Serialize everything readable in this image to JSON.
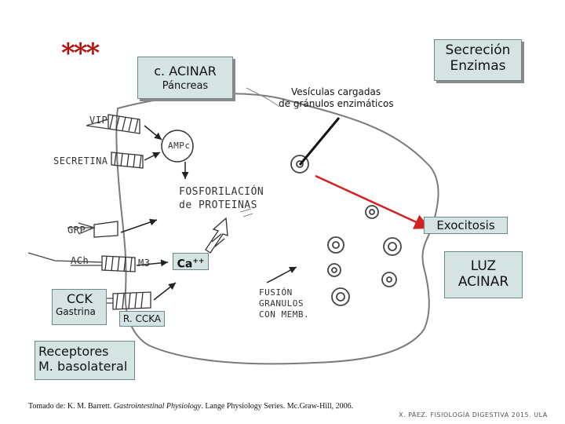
{
  "stars": "***",
  "acinar": {
    "title": "c. ACINAR",
    "subtitle": "Páncreas"
  },
  "secretion": {
    "line1": "Secreción",
    "line2": "Enzimas"
  },
  "vesicles": {
    "line1": "Vesículas cargadas",
    "line2": "de gránulos enzimáticos"
  },
  "exocytosis": "Exocitosis",
  "calcium": {
    "base": "Ca",
    "sup": "++"
  },
  "lumen": {
    "line1": "LUZ",
    "line2": "ACINAR"
  },
  "cck": {
    "title": "CCK",
    "gastrin": "Gastrina",
    "receptor": "R. CCKA"
  },
  "receptors": {
    "line1": "Receptores",
    "line2": "M. basolateral"
  },
  "handwritten": {
    "vip": "VIP",
    "secretin": "SECRETINA",
    "camp": "AMPc",
    "phospho_line1": "FOSFORILACIÓN",
    "phospho_line2": "de PROTEINAS",
    "grp": "GRP",
    "ach": "ACh",
    "m3": "M3",
    "fusion_line1": "FUSIÓN",
    "fusion_line2": "GRANULOS",
    "fusion_line3": "CON MEMB."
  },
  "citation": {
    "prefix": "Tomado de: K. M. Barrett. ",
    "book": "Gastrointestinal Physiology",
    "suffix": ". Lange Physiology Series. Mc.Graw-Hill, 2006."
  },
  "footer": "X. PÁEZ. FISIOLOGÍA DIGESTIVA 2015. ULA",
  "colors": {
    "box_fill": "#d5e3e3",
    "stars": "#b01010",
    "arrow_red": "#d42020",
    "shadow": "#8a8a8a"
  }
}
